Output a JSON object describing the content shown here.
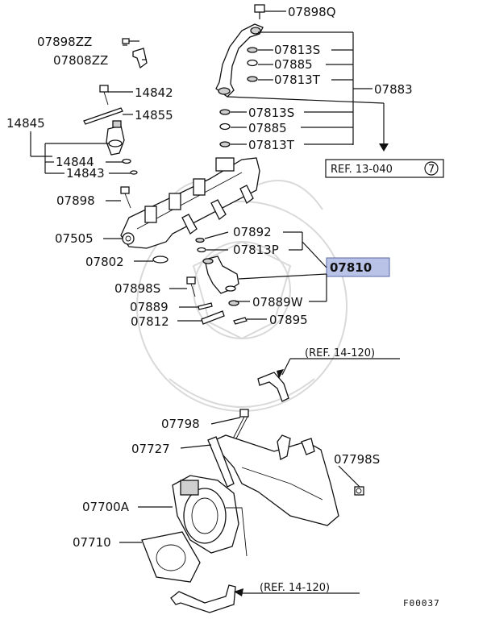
{
  "figure_id": "F00037",
  "highlight_color": "#b9c3e8",
  "labels": {
    "p07898Q": "07898Q",
    "p07898ZZ": "07898ZZ",
    "p07808ZZ": "07808ZZ",
    "p07813S_a": "07813S",
    "p07885_a": "07885",
    "p07813T_a": "07813T",
    "p07883": "07883",
    "p14842": "14842",
    "p14855": "14855",
    "p14845": "14845",
    "p07813S_b": "07813S",
    "p07885_b": "07885",
    "p07813T_b": "07813T",
    "p14844": "14844",
    "p14843": "14843",
    "p07898": "07898",
    "p07505": "07505",
    "p07892": "07892",
    "p07813P": "07813P",
    "p07810": "07810",
    "p07802": "07802",
    "p07898S": "07898S",
    "p07889": "07889",
    "p07889W": "07889W",
    "p07812": "07812",
    "p07895": "07895",
    "p07798": "07798",
    "p07727": "07727",
    "p07798S": "07798S",
    "p07700A": "07700A",
    "p07710": "07710"
  },
  "refs": {
    "ref_13_040": "REF. 13-040",
    "ref_13_040_num": "7",
    "ref_14_120_top": "(REF. 14-120)",
    "ref_14_120_bottom": "(REF. 14-120)"
  }
}
